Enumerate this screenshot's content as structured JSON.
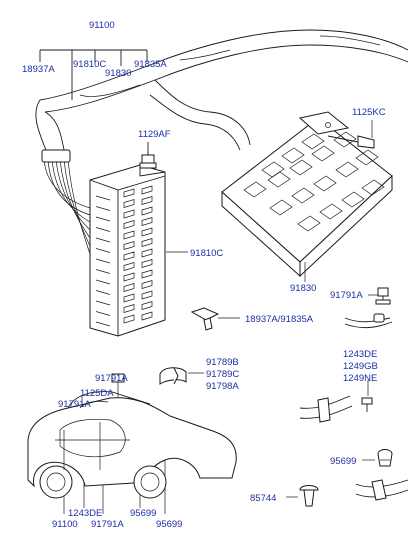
{
  "labels": {
    "top_main": "91100",
    "top_a": "18937A",
    "top_b": "91810C",
    "top_c": "91830",
    "top_d": "91835A",
    "screw_right": "1125KC",
    "screw_left": "1129AF",
    "fuse_box_left": "91810C",
    "relay_box": "91830",
    "clip_right": "91791A",
    "fuse_part": "18937A/91835A",
    "tie_1": "91789B",
    "tie_2": "91789C",
    "tie_3": "91798A",
    "clip_top_mid": "91791A",
    "car_a": "1125DA",
    "car_b": "91791A",
    "bolt_1": "1243DE",
    "bolt_2": "1249GB",
    "bolt_3": "1249NE",
    "grommet": "95699",
    "bottom_1243": "1243DE",
    "bottom_95699a": "95699",
    "bottom_91100": "91100",
    "bottom_91791": "91791A",
    "bottom_95699b": "95699",
    "rivet": "85744"
  }
}
